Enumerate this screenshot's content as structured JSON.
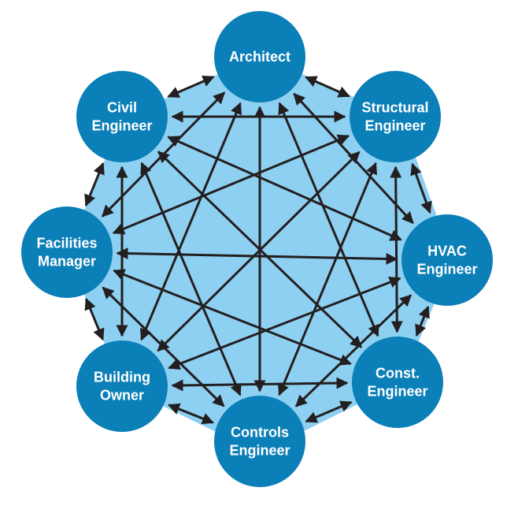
{
  "colors": {
    "node_fill": "#0b7fb7",
    "background_polygon": "#8ed0f1",
    "arrow": "#231f20",
    "label_text": "#ffffff"
  },
  "nodes": [
    {
      "id": "architect",
      "lines": [
        "Architect"
      ]
    },
    {
      "id": "structural",
      "lines": [
        "Structural",
        "Engineer"
      ]
    },
    {
      "id": "hvac",
      "lines": [
        "HVAC",
        "Engineer"
      ]
    },
    {
      "id": "const",
      "lines": [
        "Const.",
        "Engineer"
      ]
    },
    {
      "id": "controls",
      "lines": [
        "Controls",
        "Engineer"
      ]
    },
    {
      "id": "owner",
      "lines": [
        "Building",
        "Owner"
      ]
    },
    {
      "id": "facilities",
      "lines": [
        "Facilities",
        "Manager"
      ]
    },
    {
      "id": "civil",
      "lines": [
        "Civil",
        "Engineer"
      ]
    }
  ],
  "connections": "every pair of stakeholders linked by a double-headed arrow"
}
